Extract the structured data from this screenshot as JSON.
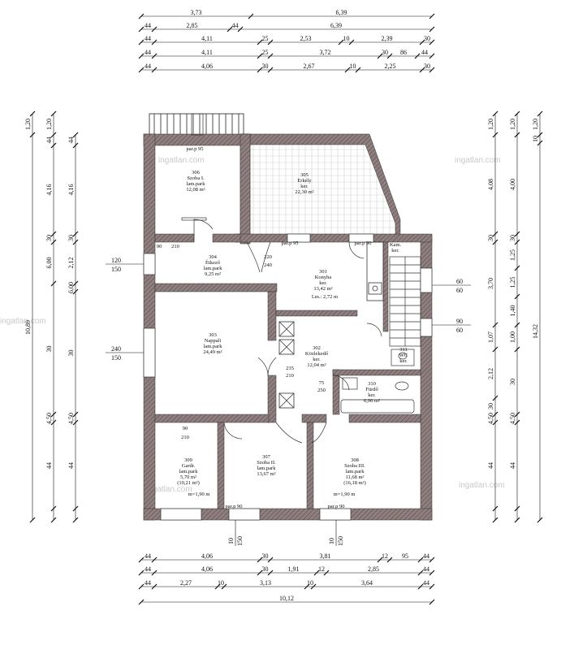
{
  "watermark": "ingatlan.com",
  "rooms": [
    {
      "id": "r306",
      "lines": [
        "306",
        "Szoba I.",
        "lam.park",
        "12,08 m²"
      ]
    },
    {
      "id": "r305",
      "lines": [
        "305",
        "Erkély",
        "ker.",
        "22,30 m²"
      ]
    },
    {
      "id": "r304",
      "lines": [
        "304",
        "Étkező",
        "lam.park",
        "9,25 m²"
      ]
    },
    {
      "id": "r301",
      "lines": [
        "301",
        "Konyha",
        "ker.",
        "13,42 m²"
      ]
    },
    {
      "id": "r303",
      "lines": [
        "303",
        "Nappali",
        "lam.park",
        "24,49 m²"
      ]
    },
    {
      "id": "r302",
      "lines": [
        "302",
        "Közlekedő",
        "ker.",
        "12,04 m²"
      ]
    },
    {
      "id": "r310",
      "lines": [
        "310",
        "Fürdő",
        "ker.",
        "6,06 m²"
      ]
    },
    {
      "id": "r309",
      "lines": [
        "309",
        "Gardr.",
        "lam.park",
        "5,70 m²",
        "(10,21 m²)"
      ]
    },
    {
      "id": "r307",
      "lines": [
        "307",
        "Szoba II.",
        "lam.park",
        "13,67 m²"
      ]
    },
    {
      "id": "r308",
      "lines": [
        "308",
        "Szoba III.",
        "lam.park",
        "11,68 m²",
        "(16,18 m²)"
      ]
    },
    {
      "id": "r311",
      "lines": [
        "311",
        "WC",
        "ker."
      ]
    },
    {
      "id": "rkam",
      "lines": [
        "Kam.",
        "ker."
      ]
    }
  ],
  "annotations": {
    "parap95_top": "par.p 95",
    "parap95_mid": "par.p 95",
    "parap90_a": "par.p 90",
    "parap90_b": "par.p 90",
    "parap90_c": "par.p 90",
    "lm": "Lm.: 2,72 m",
    "m190_a": "m=1,90 m",
    "m190_b": "m=1,90 m",
    "k220": "220",
    "k240": "240",
    "k235": "235",
    "k210": "210",
    "k75": "75",
    "k250": "250",
    "k90": "90",
    "k210b": "210",
    "k90w": "90",
    "k210w": "210"
  },
  "dims_top": {
    "r1": [
      "3,73",
      "6,39"
    ],
    "r2": [
      "44",
      "2,85",
      "44",
      "6,39"
    ],
    "r3": [
      "44",
      "4,11",
      "25",
      "2,53",
      "10",
      "2,39",
      "30"
    ],
    "r4": [
      "44",
      "4,11",
      "25",
      "3,72",
      "30",
      "86",
      "44"
    ],
    "r5": [
      "44",
      "4,06",
      "30",
      "2,67",
      "10",
      "2,25",
      "30"
    ]
  },
  "dims_bottom": {
    "r1": [
      "44",
      "4,06",
      "30",
      "3,81",
      "12",
      "95",
      "44"
    ],
    "r2": [
      "44",
      "4,06",
      "30",
      "1,91",
      "12",
      "2,85",
      "44"
    ],
    "r3": [
      "44",
      "2,27",
      "10",
      "3,13",
      "10",
      "3,64",
      "44"
    ],
    "r4": [
      "10,12"
    ]
  },
  "dims_left": {
    "c1": [
      "1,20",
      "10,89"
    ],
    "c2": [
      "1,20",
      "44",
      "4,16",
      "30",
      "6,00",
      "30",
      "4,50",
      "44"
    ],
    "c3": [
      "44",
      "4,16",
      "30",
      "2,12",
      "6,00",
      "30",
      "4,50",
      "44"
    ]
  },
  "dims_right": {
    "c1": [
      "1,20",
      "4,08",
      "30",
      "3,70",
      "1,07",
      "2,12",
      "30",
      "4,50",
      "44"
    ],
    "c2": [
      "1,20",
      "4,00",
      "30",
      "1,25",
      "1,25",
      "1,40",
      "1,00",
      "30",
      "4,50",
      "44"
    ],
    "c3": [
      "1,20",
      "10",
      "14,32"
    ]
  },
  "opening_left": [
    [
      "120",
      "150"
    ],
    [
      "240",
      "150"
    ]
  ],
  "opening_right": [
    [
      "60",
      "60"
    ],
    [
      "90",
      "60"
    ]
  ],
  "opening_bottom": [
    [
      "10",
      "150"
    ],
    [
      "10",
      "150"
    ]
  ]
}
